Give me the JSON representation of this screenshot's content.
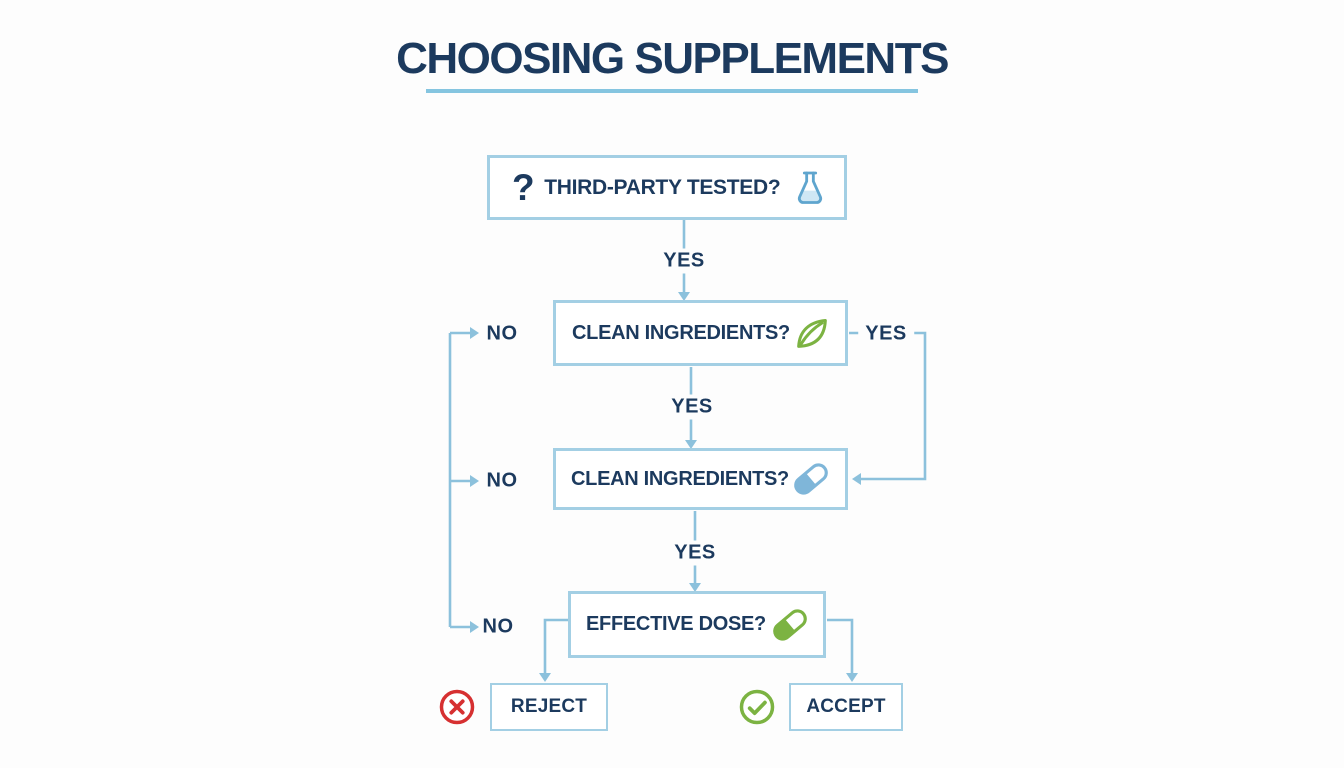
{
  "title": {
    "text": "CHOOSING SUPPLEMENTS"
  },
  "nodes": {
    "q1": {
      "label": "THIRD-PARTY TESTED?",
      "question_glyph": "?",
      "right_icon": "flask-icon"
    },
    "q2": {
      "label": "CLEAN INGREDIENTS?",
      "icon": "leaf-icon"
    },
    "q3": {
      "label": "CLEAN INGREDIENTS?",
      "icon": "capsule-blue-icon"
    },
    "q4": {
      "label": "EFFECTIVE DOSE?",
      "icon": "capsule-green-icon"
    },
    "reject": {
      "label": "REJECT",
      "icon": "x-circle-icon"
    },
    "accept": {
      "label": "ACCEPT",
      "icon": "check-circle-icon"
    }
  },
  "edges": {
    "q1_yes": "YES",
    "q2_yes_down": "YES",
    "q2_yes_right": "YES",
    "q2_no": "NO",
    "q3_yes": "YES",
    "q3_no": "NO",
    "q4_no": "NO"
  },
  "colors": {
    "navy": "#1C3A5E",
    "line_blue": "#8CC1DC",
    "box_border": "#A3CFE4",
    "green": "#7CB342",
    "red": "#D63031",
    "capsule_blue": "#7FB6D9",
    "flask_blue": "#5FA5CE",
    "flask_fill": "#CFE7F4",
    "underline": "#85C5E0"
  }
}
